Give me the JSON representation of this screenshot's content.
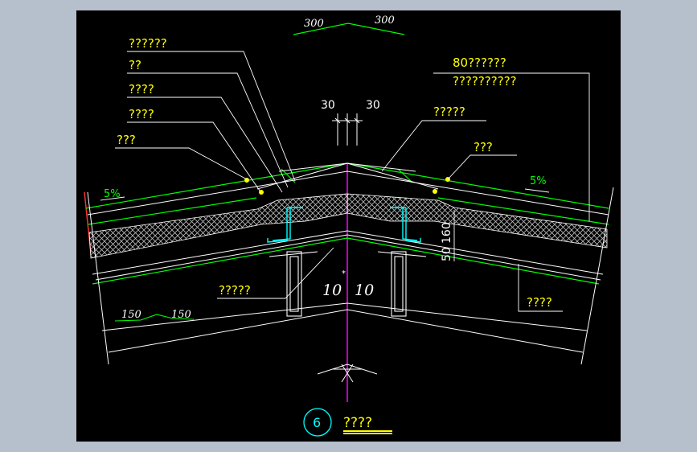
{
  "drawing": {
    "dims": {
      "top_left": "300",
      "top_right": "300",
      "mid_left": "30",
      "mid_right": "30",
      "lower_left": "10",
      "lower_right": "10",
      "bottom_left": "150",
      "bottom_right": "150",
      "vertical_160": "160",
      "vertical_50": "50"
    },
    "slopes": {
      "left": "5%",
      "right": "5%"
    },
    "labels_left": [
      "??????",
      "??",
      "????",
      "????",
      "???"
    ],
    "labels_right_top": [
      "80??????",
      "??????????"
    ],
    "label_right_mid": "?????",
    "label_right_small": "???",
    "label_left_bottom": "?????",
    "label_right_bottom": "????",
    "detail": {
      "number": "6",
      "title": "????"
    }
  },
  "colors": {
    "canvas": "#000000",
    "frame": "#b6bfcc",
    "leader": "#ffff00",
    "roof_line": "#00ff00",
    "structure": "#ffffff",
    "axis": "#ff00ff",
    "flashing": "#00ffff",
    "eave_edge": "#ff0000"
  }
}
